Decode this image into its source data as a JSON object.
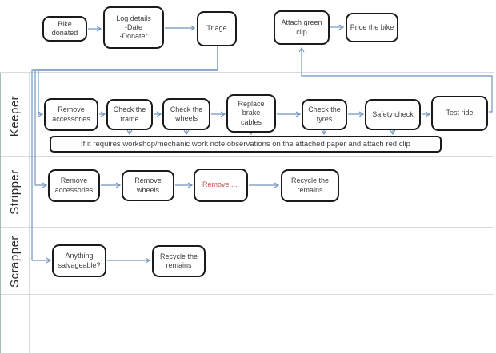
{
  "diagram": {
    "top_flow": {
      "bike_donated": "Bike\ndonated",
      "log_details": "Log details\n-Date\n-Donater",
      "triage": "Triage",
      "attach_green_clip": "Attach green\nclip",
      "price_the_bike": "Price the bike"
    },
    "lanes": [
      {
        "label": "Keeper",
        "steps": [
          "Remove\naccessories",
          "Check the\nframe",
          "Check the\nwheels",
          "Replace\nbrake\ncables",
          "Check the\ntyres",
          "Safety check",
          "Test ride"
        ],
        "note": "If it requires workshop/mechanic work note observations on the attached paper and attach red clip"
      },
      {
        "label": "Stripper",
        "steps": [
          "Remove\naccessories",
          "Remove\nwheels",
          "Remove.....",
          "Recycle the\nremains"
        ]
      },
      {
        "label": "Scrapper",
        "steps": [
          "Anything\nsalvageable?",
          "Recycle the\nremains"
        ]
      }
    ],
    "colors": {
      "connector_color": "#7295bd",
      "lane_border_color": "#a9b8bb",
      "box_border_color": "#1a1a1a",
      "text_color": "#3f3f3f",
      "red_text_color": "#c0504d"
    }
  }
}
